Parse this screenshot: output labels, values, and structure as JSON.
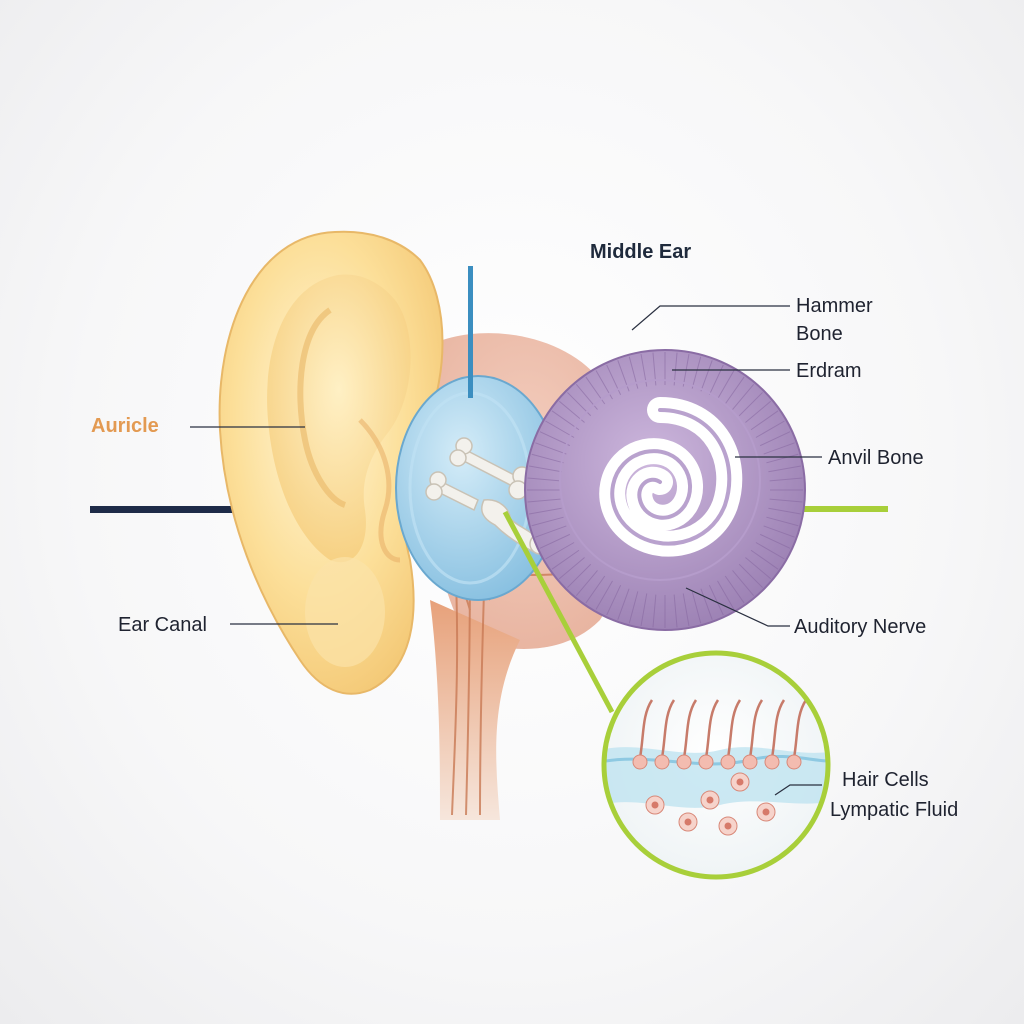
{
  "diagram": {
    "title": "Middle Ear",
    "labels": {
      "auricle": "Auricle",
      "ear_canal": "Ear Canal",
      "hammer_bone_line1": "Hammer",
      "hammer_bone_line2": "Bone",
      "eardrum": "Erdram",
      "anvil_bone": "Anvil Bone",
      "auditory_nerve": "Auditory Nerve",
      "hair_cells": "Hair Cells",
      "lymphatic_fluid": "Lympatic Fluid"
    },
    "colors": {
      "auricle_label": "#e39a52",
      "auricle_skin": "#fbd98c",
      "cochlea": "#a78cbe",
      "eardrum": "#9fd0ea",
      "nerve": "#d98f66",
      "accent_green": "#a8cf3a",
      "accent_navy": "#1e2b48",
      "accent_blue": "#3b8ec0"
    },
    "icons": [
      "ear-illustration",
      "cochlea-spiral",
      "ossicle-bones",
      "hair-cell-magnifier"
    ]
  }
}
